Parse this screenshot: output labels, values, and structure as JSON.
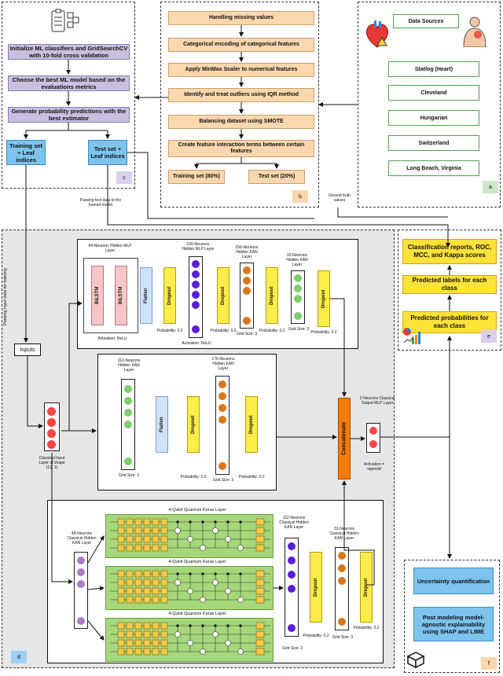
{
  "panel_c": {
    "steps": [
      "Initialize ML classifiers and GridSearchCV with 10-fold cross validation",
      "Choose the best ML model based on the evaluations metrics",
      "Generate probability predictions with the best estimator"
    ],
    "training_set": "Training set + Leaf indices",
    "test_set": "Test set + Leaf indices",
    "label": "c"
  },
  "panel_b": {
    "steps": [
      "Handling missing values",
      "Categorical encoding of categorical features",
      "Apply MinMax Scaler to numerical features",
      "Identify and treat outliers using IQR method",
      "Balancing dataset using SMOTE",
      "Create feature interaction terms between certain features"
    ],
    "training_split": "Training set (80%)",
    "test_split": "Test set (20%)",
    "label": "b"
  },
  "panel_a": {
    "title": "Data Sources",
    "sources": [
      "Statlog (Heart)",
      "Cleveland",
      "Hungarian",
      "Switzerland",
      "Long Beach, Virginia"
    ],
    "label": "a"
  },
  "annotations": {
    "ground_truth": "Ground truth values",
    "passing_test": "Passing test data to the trained model",
    "passing_input": "Passing input data for training",
    "inputs": "Inputs",
    "classical_input": "Classical Input Layer of shape (12, 1)",
    "concatenate": "Concatenate",
    "output_mlp": "2-Neurons Classical Output MLP Layer",
    "activation_sigmoid": "Activation = 'sigmoid'"
  },
  "branch1": {
    "mlp_hidden": "64-Neurons Hidden MLP Layer",
    "bilstm": "BiLSTM",
    "flatten": "Flatten",
    "dropout": "Dropout",
    "activation_relu": "Activation: ReLU",
    "prob": "Probability: 0.2",
    "mlp_220": "220-Neurons Hidden MLP Layer",
    "kan_256": "256-Neurons Hidden KAN Layer",
    "kan_32": "32-Neurons Hidden KAN Layer",
    "grid3": "Grid Size: 3"
  },
  "branch2": {
    "kan_112": "112-Neurons Hidden KAN Layer",
    "kan_176": "176-Neurons Hidden KAN Layer",
    "grid3": "Grid Size: 3",
    "flatten": "Flatten",
    "dropout": "Dropout",
    "prob": "Probability: 0.2"
  },
  "branch3": {
    "kan_48": "48-Neurons Classical Hidden KAN Layer",
    "quantum": "4-Qubit Quantum Keras Layer",
    "kan_112c": "112-Neurons Classical Hidden KAN Layer",
    "kan_32c": "32-Neurons Classical Hidden KAN Layer",
    "grid3": "Grid Size: 3",
    "dropout": "Dropout",
    "prob": "Probability: 0.2",
    "label": "d"
  },
  "panel_e": {
    "steps": [
      "Classification reports, ROC, MCC, and Kappa scores",
      "Predicted labels for each class",
      "Predicted probabilities for each class"
    ],
    "label": "e"
  },
  "panel_f": {
    "steps": [
      "Uncertainty quantification",
      "Post modeling model-agnostic explainability using SHAP and LIME"
    ],
    "label": "f"
  },
  "colors": {
    "orange_step": "#fbd7ae",
    "purple_step": "#c9c0df",
    "blue_step": "#7cc4ee",
    "yellow_step": "#fde23a",
    "green_source": "#55a050",
    "concat": "#f57c0a"
  }
}
